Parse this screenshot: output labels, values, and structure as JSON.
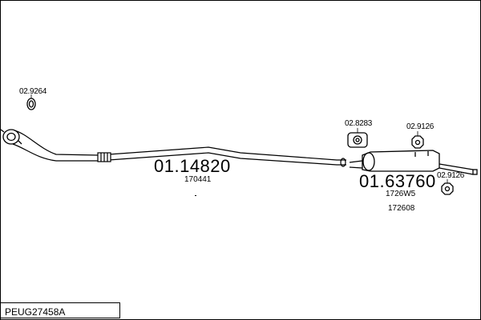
{
  "diagram": {
    "reference": "PEUG27458A",
    "parts": {
      "clamp_top_left": {
        "code": "02.9264",
        "icon": "clamp-ring-icon"
      },
      "front_pipe": {
        "code": "01.14820",
        "oem": "170441"
      },
      "mount_ring": {
        "code": "02.8283",
        "icon": "rubber-mount-icon"
      },
      "rear_hanger_top": {
        "code": "02.9126",
        "icon": "hanger-icon"
      },
      "rear_silencer": {
        "code": "01.63760",
        "oem_1": "1726W5",
        "oem_2": "172608"
      },
      "rear_hanger_bottom": {
        "code": "02.9126",
        "icon": "hanger-icon"
      }
    }
  }
}
